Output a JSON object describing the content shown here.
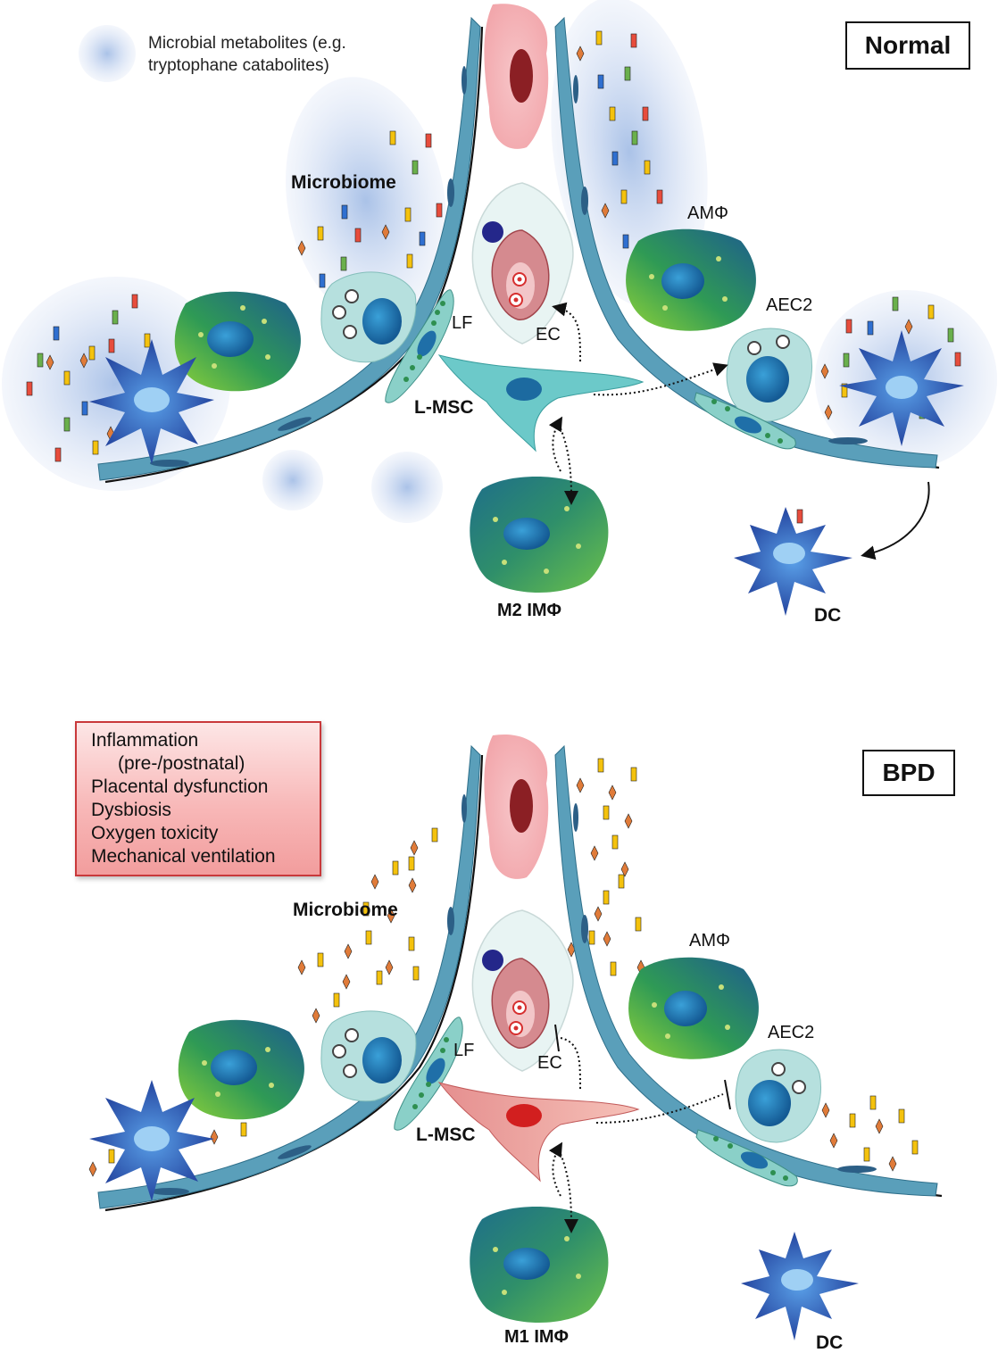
{
  "legend": {
    "metabolites_label": "Microbial metabolites (e.g. tryptophane catabolites)",
    "line1": "Microbial metabolites (e.g.",
    "line2": "tryptophane catabolites)"
  },
  "normal": {
    "tag": "Normal",
    "labels": {
      "microbiome": "Microbiome",
      "am": "AMΦ",
      "aec2": "AEC2",
      "lf": "LF",
      "ec": "EC",
      "lmsc": "L-MSC",
      "im": "M2 IMΦ",
      "dc": "DC"
    }
  },
  "bpd": {
    "tag": "BPD",
    "risk_factors": [
      "Inflammation",
      "(pre-/postnatal)",
      "Placental dysfunction",
      "Dysbiosis",
      "Oxygen toxicity",
      "Mechanical ventilation"
    ],
    "labels": {
      "microbiome": "Microbiome",
      "am": "AMΦ",
      "aec2": "AEC2",
      "lf": "LF",
      "ec": "EC",
      "lmsc": "L-MSC",
      "im": "M1 IMΦ",
      "dc": "DC"
    }
  },
  "colors": {
    "haze": "#a9bfe3",
    "macrophage_green": "#3fae3a",
    "macrophage_blue": "#1f6f9e",
    "dc_blue": "#2a49a8",
    "epithelium": "#4e94ad",
    "msc_normal": "#6cc9c9",
    "msc_bpd": "#e07f7f",
    "risk_border": "#c9393b"
  }
}
